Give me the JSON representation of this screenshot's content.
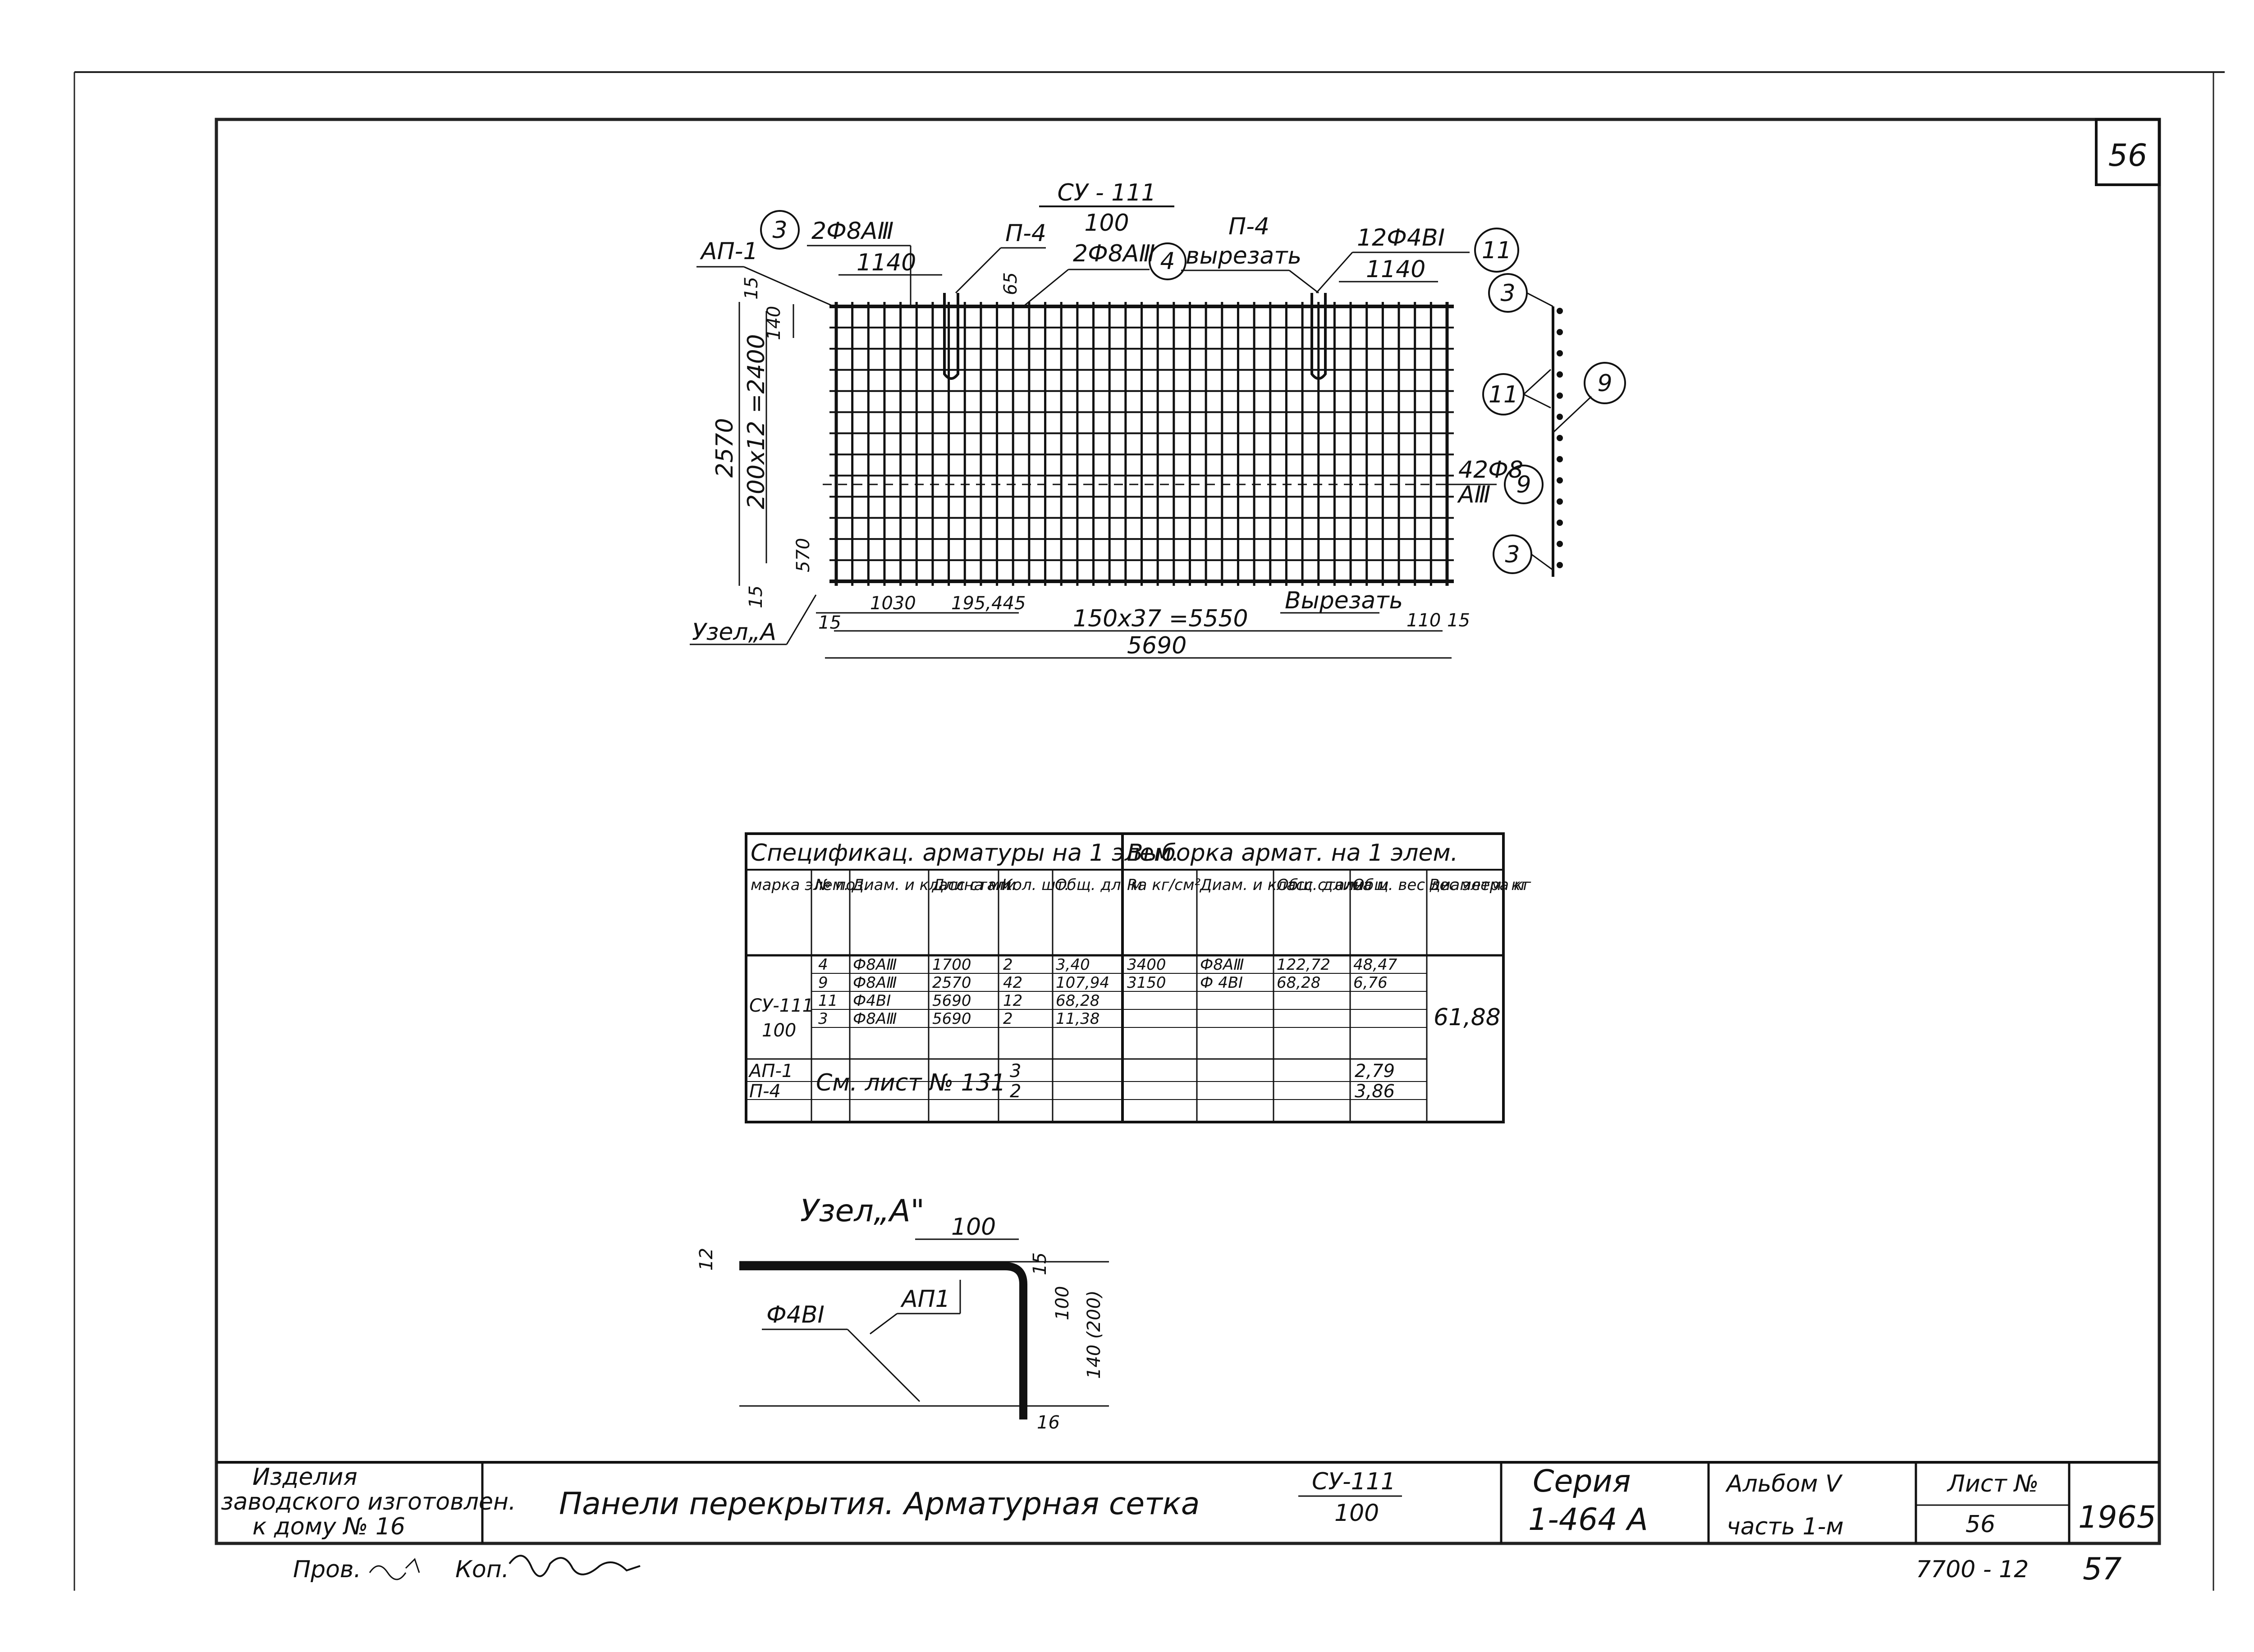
{
  "sheet_number": "56",
  "drawing": {
    "mark_top": "СУ - 111",
    "mark_bottom": "100",
    "callouts": {
      "ap1": "АП-1",
      "p4_left": "П-4",
      "p4_right": "П-4",
      "cut_top": "вырезать",
      "cut_bottom": "Вырезать",
      "node_a": "Узел„А",
      "bars_top": "2Ф8АⅢ",
      "bars_mid": "2Ф8АⅢ",
      "bars_right": "12Ф4ВⅠ",
      "bars_side": "42Ф8",
      "bars_side_class": "АⅢ"
    },
    "positions": {
      "p3": "3",
      "p4": "4",
      "p11": "11",
      "p9": "9"
    },
    "dims": {
      "d1140_left": "1140",
      "d1140_right": "1140",
      "d65": "65",
      "d15_top": "15",
      "d140": "140",
      "d2570": "2570",
      "d200x12": "200х12 =2400",
      "d570": "570",
      "d15_bottom": "15",
      "d15_left": "15",
      "d1030": "1030",
      "d195_445": "195,445",
      "d150x37": "150х37 =5550",
      "d110": "110",
      "d15_right": "15",
      "d5690": "5690"
    }
  },
  "spec_table": {
    "header_left": "Спецификац. арматуры на 1 элем.",
    "header_right": "Выборка армат. на 1 элем.",
    "columns": [
      "марка элем.",
      "№ поз.",
      "Диам. и класс стали",
      "Длина мм",
      "Кол. шт.",
      "Общ. дл. м",
      "Rа кг/см²",
      "Диам. и класс стали",
      "Общ. длина м",
      "Общ. вес диаметра кг",
      "Вес элем. кг"
    ],
    "mark": "СУ-111",
    "mark_sub": "100",
    "rows": [
      [
        "4",
        "Ф8АⅢ",
        "1700",
        "2",
        "3,40",
        "3400",
        "Ф8АⅢ",
        "122,72",
        "48,47"
      ],
      [
        "9",
        "Ф8АⅢ",
        "2570",
        "42",
        "107,94",
        "3150",
        "Ф 4ВⅠ",
        "68,28",
        "6,76"
      ],
      [
        "11",
        "Ф4ВⅠ",
        "5690",
        "12",
        "68,28",
        "",
        "",
        "",
        ""
      ],
      [
        "3",
        "Ф8АⅢ",
        "5690",
        "2",
        "11,38",
        "",
        "",
        "",
        ""
      ]
    ],
    "total_weight": "61,88",
    "extra_rows": [
      {
        "mark": "АП-1",
        "qty": "3",
        "weight": "2,79"
      },
      {
        "mark": "П-4",
        "qty": "2",
        "weight": "3,86"
      }
    ],
    "see_sheet": "См. лист № 131"
  },
  "node_detail": {
    "title": "Узел„А\"",
    "d100": "100",
    "d12": "12",
    "d15": "15",
    "d100v": "100",
    "d140": "140 (200)",
    "d16": "16",
    "bar_label": "Ф4ВⅠ",
    "ap1_label": "АП1"
  },
  "title_block": {
    "left_line1": "Изделия",
    "left_line2": "заводского изготовлен.",
    "left_line3": "к дому № 16",
    "title": "Панели перекрытия. Арматурная сетка",
    "mark_top": "СУ-111",
    "mark_bottom": "100",
    "series_label": "Серия",
    "series_value": "1-464 А",
    "album_label": "Альбом Ⅴ",
    "part_label": "часть 1-м",
    "sheet_label": "Лист №",
    "sheet_value": "56",
    "year": "1965",
    "checked_label": "Пров.",
    "copied_label": "Коп."
  },
  "footer": {
    "code": "7700 - 12",
    "page": "57"
  }
}
